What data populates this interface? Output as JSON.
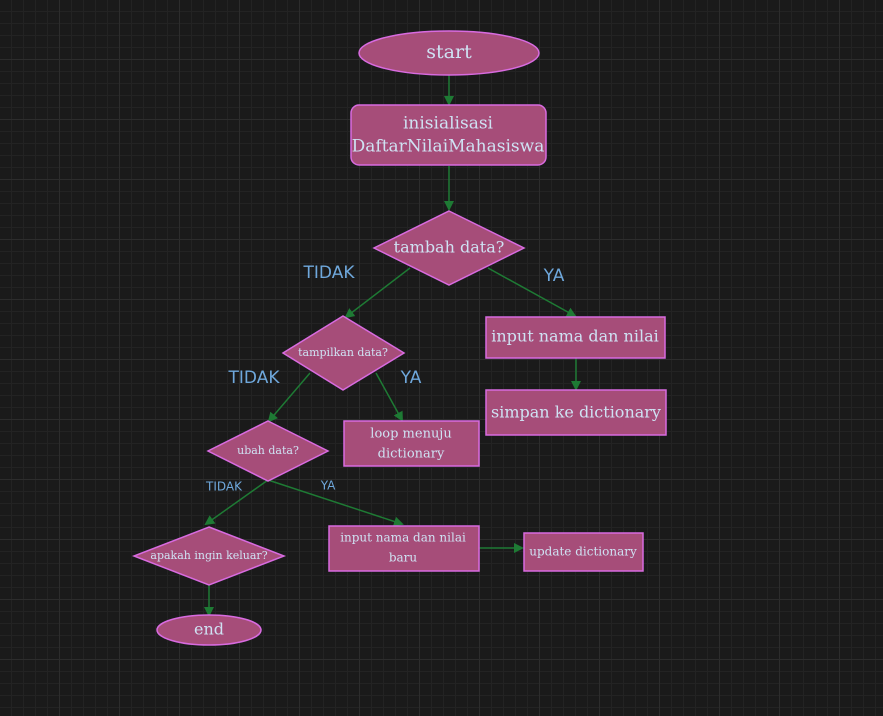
{
  "colors": {
    "node_fill": "#a64d79",
    "node_stroke": "#d86be0",
    "node_text": "#cfe2f3",
    "edge": "#1e7a34",
    "edge_label": "#6fa8dc"
  },
  "nodes": {
    "start": "start",
    "init_line1": "inisialisasi",
    "init_line2": "DaftarNilaiMahasiswa",
    "tambah": "tambah data?",
    "input_nilai": "input nama dan nilai",
    "simpan": "simpan ke dictionary",
    "tampilkan": "tampilkan data?",
    "loop_line1": "loop menuju",
    "loop_line2": "dictionary",
    "ubah": "ubah data?",
    "input_baru_line1": "input nama dan nilai",
    "input_baru_line2": "baru",
    "update": "update dictionary",
    "keluar": "apakah ingin keluar?",
    "end": "end"
  },
  "labels": {
    "tambah_tidak": "TIDAK",
    "tambah_ya": "YA",
    "tampilkan_tidak": "TIDAK",
    "tampilkan_ya": "YA",
    "ubah_tidak": "TIDAK",
    "ubah_ya": "YA"
  }
}
